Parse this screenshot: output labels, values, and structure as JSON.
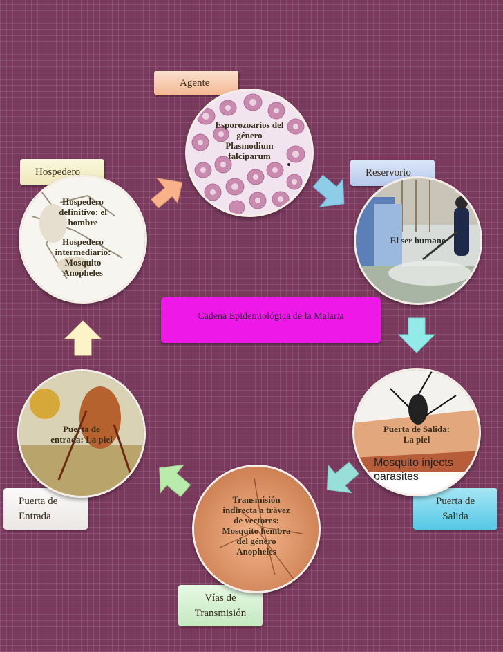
{
  "title": "Cadena Epidemiológica de la Malaria",
  "nodes": {
    "agente": {
      "label": "Agente",
      "text": "Esporozoarios del\ngénero\nPlasmodium\nfalciparum"
    },
    "reservorio": {
      "label": "Reservorio",
      "text": "El ser humano"
    },
    "puerta_salida": {
      "label": "Puerta de\nSalida",
      "text": "Puerta de Salida:\nLa piel",
      "image_caption_1": "Mosquito injects",
      "image_caption_2": "parasites"
    },
    "vias_transmision": {
      "label": "Vías de\nTransmisión",
      "text": "Transmisión\nindirecta a trávez\nde vectores:\nMosquito hembra\ndel género\nAnopheles"
    },
    "puerta_entrada": {
      "label": "Puerta de\nEntrada",
      "text": "Puerta de\nentrada: La piel"
    },
    "hospedero": {
      "label": "Hospedero",
      "text_1": "Hospedero\ndefinitivo: el\nhombre",
      "text_2": "Hospedero\nintermediario:\nMosquito\nAnopheles"
    }
  },
  "colors": {
    "background": "#7a3a5e",
    "center_box": "#ee18e8",
    "agente_label": "#f7c7a6",
    "reservorio_label": "#c9d9f3",
    "salida_label": "#7fd8ee",
    "vias_label": "#d6f1d3",
    "entrada_label": "#f6f4f2",
    "hospedero_label": "#f2eecb",
    "arrow_peach": "#f7b28a",
    "arrow_blue": "#8ecde8",
    "arrow_cyan": "#93ebe9",
    "arrow_teal": "#97dfd8",
    "arrow_green": "#b9ecac",
    "arrow_cream": "#fcf4c8"
  }
}
